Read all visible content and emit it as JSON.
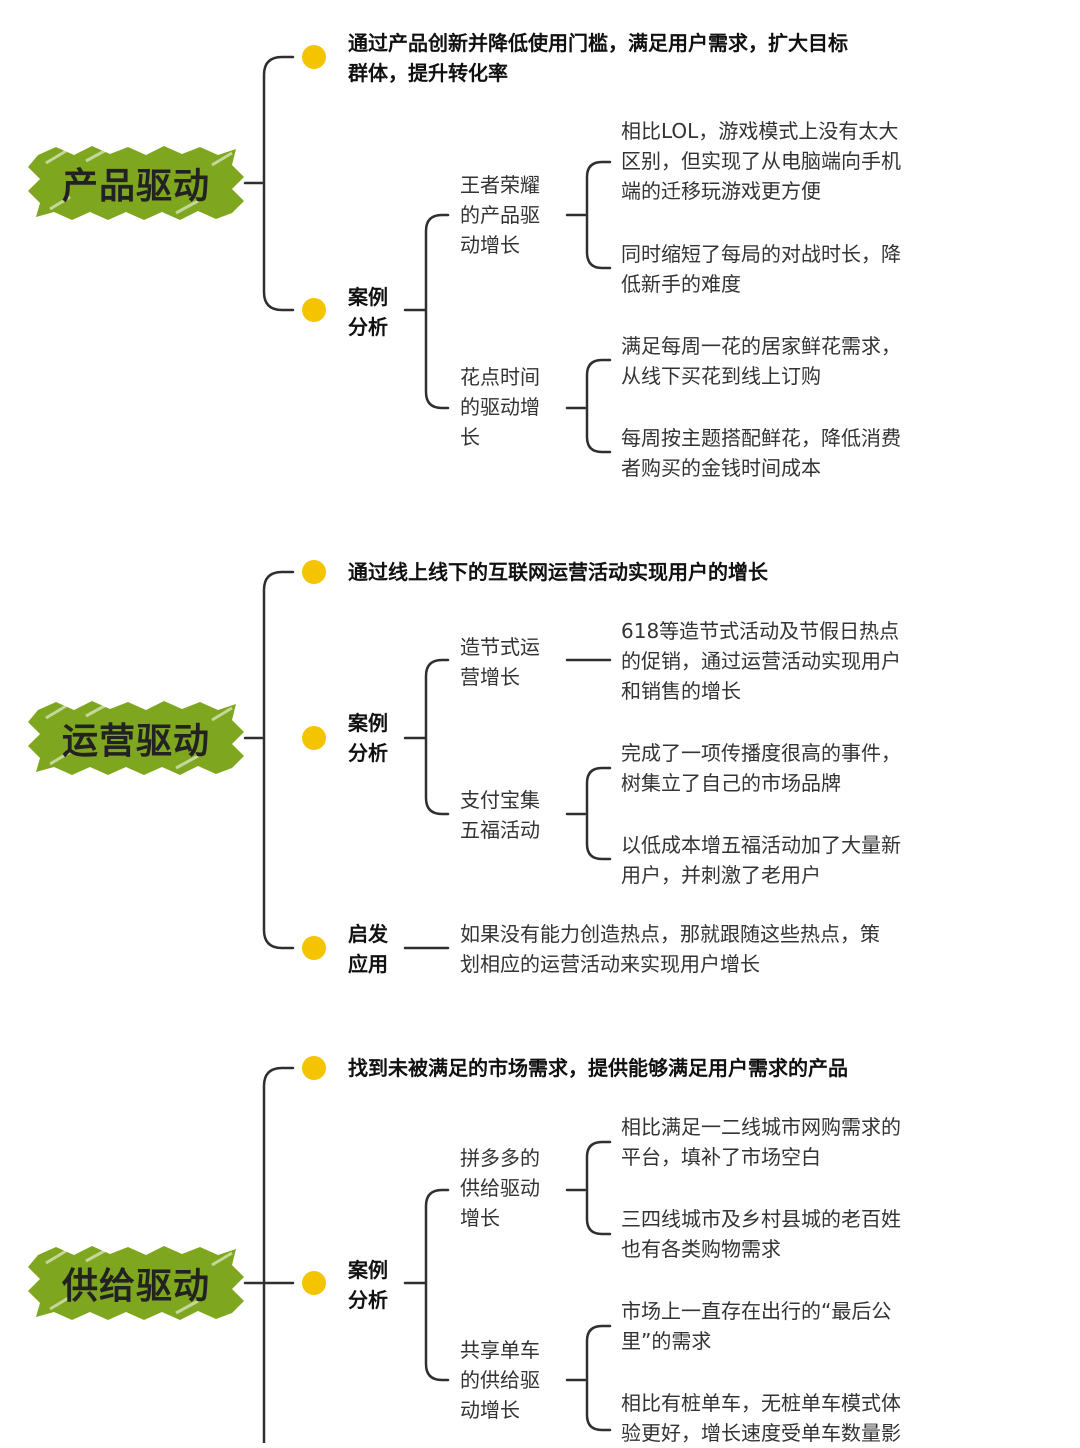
{
  "colors": {
    "accent": "#f4c400",
    "root_fill": "#7fa61f",
    "line": "#2f2f2f"
  },
  "sections": [
    {
      "root": "产品驱动",
      "summary": "通过产品创新并降低使用门槛，满足用户需求，扩大目标\n群体，提升转化率",
      "case_label": "案例\n分析",
      "cases": [
        {
          "name": "王者荣耀\n的产品驱\n动增长",
          "points": [
            "相比LOL，游戏模式上没有太大\n区别，但实现了从电脑端向手机\n端的迁移玩游戏更方便",
            "同时缩短了每局的对战时长，降\n低新手的难度"
          ]
        },
        {
          "name": "花点时间\n的驱动增\n长",
          "points": [
            "满足每周一花的居家鲜花需求，\n从线下买花到线上订购",
            "每周按主题搭配鲜花，降低消费\n者购买的金钱时间成本"
          ]
        }
      ]
    },
    {
      "root": "运营驱动",
      "summary": "通过线上线下的互联网运营活动实现用户的增长",
      "case_label": "案例\n分析",
      "cases": [
        {
          "name": "造节式运\n营增长",
          "points": [
            "618等造节式活动及节假日热点\n的促销，通过运营活动实现用户\n和销售的增长"
          ]
        },
        {
          "name": "支付宝集\n五福活动",
          "points": [
            "完成了一项传播度很高的事件，\n树集立了自己的市场品牌",
            "以低成本增五福活动加了大量新\n用户，并刺激了老用户"
          ]
        }
      ],
      "insight_label": "启发\n应用",
      "insight": "如果没有能力创造热点，那就跟随这些热点，策\n划相应的运营活动来实现用户增长"
    },
    {
      "root": "供给驱动",
      "summary": "找到未被满足的市场需求，提供能够满足用户需求的产品",
      "case_label": "案例\n分析",
      "cases": [
        {
          "name": "拼多多的\n供给驱动\n增长",
          "points": [
            "相比满足一二线城市网购需求的\n平台，填补了市场空白",
            "三四线城市及乡村县城的老百姓\n也有各类购物需求"
          ]
        },
        {
          "name": "共享单车\n的供给驱\n动增长",
          "points": [
            "市场上一直存在出行的“最后公\n里”的需求",
            "相比有桩单车，无桩单车模式体\n验更好，增长速度受单车数量影"
          ]
        }
      ]
    }
  ]
}
